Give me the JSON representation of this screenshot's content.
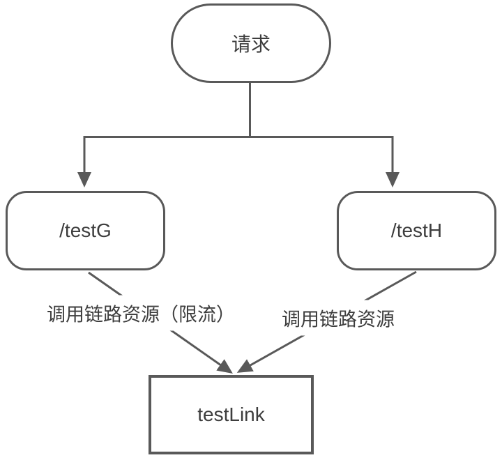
{
  "diagram": {
    "type": "flowchart",
    "background_color": "#ffffff",
    "line_color": "#595959",
    "text_color": "#3d3d3d",
    "nodes": {
      "request": {
        "label": "请求",
        "shape": "stadium"
      },
      "testg": {
        "label": "/testG",
        "shape": "rounded-rect"
      },
      "testh": {
        "label": "/testH",
        "shape": "rounded-rect"
      },
      "testlink": {
        "label": "testLink",
        "shape": "rect"
      }
    },
    "edges": {
      "request_to_testg": {
        "label": ""
      },
      "request_to_testh": {
        "label": ""
      },
      "testg_to_testlink": {
        "label": "调用链路资源（限流）"
      },
      "testh_to_testlink": {
        "label": "调用链路资源"
      }
    }
  }
}
